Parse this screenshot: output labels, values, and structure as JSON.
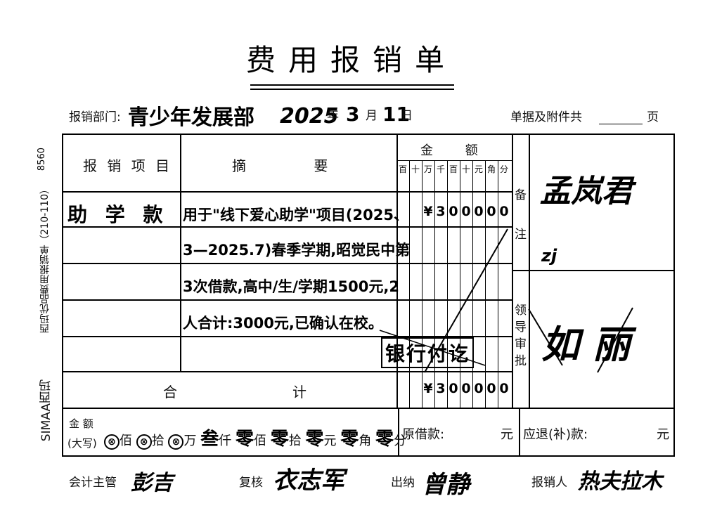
{
  "side_text": {
    "brand": "SIMAA西玛",
    "product": "西玛优品费用报销单（210-110）",
    "code": "8560"
  },
  "form": {
    "title": "费用报销单",
    "dept_label": "报销部门:",
    "dept_value": "青少年发展部",
    "year": "2025",
    "year_label": "年",
    "month": "3",
    "month_label": "月",
    "day": "11",
    "day_label": "日",
    "attachments_label": "单据及附件共",
    "attachments_unit": "页"
  },
  "table": {
    "col_item": "报 销 项 目",
    "col_summary": "摘 要",
    "col_amount": "金 额",
    "digit_headers": [
      "百",
      "十",
      "万",
      "千",
      "百",
      "十",
      "元",
      "角",
      "分"
    ],
    "col_remark": "备注",
    "col_approval": "领导审批",
    "item_value": "助 学 款",
    "summary_lines": [
      "用于\"线下爱心助学\"项目(2025、",
      "3—2025.7)春季学期,昭觉民中第",
      "3次借款,高中/生/学期1500元,2",
      "人合计:3000元,已确认在校。"
    ],
    "currency_symbol": "¥",
    "row_amount_digits": [
      "3",
      "0",
      "0",
      "0",
      "0",
      "0"
    ],
    "stamp": "银行付讫",
    "total_label_1": "合",
    "total_label_2": "计",
    "total_amount_digits": [
      "3",
      "0",
      "0",
      "0",
      "0",
      "0"
    ],
    "remark_sign": "孟岚君",
    "remark_initials": "zj",
    "approval_sign": "如 丽"
  },
  "capital": {
    "label_1": "金 额",
    "label_2": "(大写)",
    "circle": "⊗",
    "bai": "佰",
    "shi": "拾",
    "wan": "万",
    "qian_val": "叁",
    "qian": "仟",
    "bai2_val": "零",
    "bai2": "佰",
    "shi2_val": "零",
    "shi2": "拾",
    "yuan_val": "零",
    "yuan": "元",
    "jiao_val": "零",
    "jiao": "角",
    "fen_val": "零",
    "fen": "分",
    "borrowed_label": "原借款:",
    "borrowed_unit": "元",
    "refund_label": "应退(补)款:",
    "refund_unit": "元"
  },
  "signatures": {
    "accountant_label": "会计主管",
    "accountant_value": "彭吉",
    "reviewer_label": "复核",
    "reviewer_value": "衣志军",
    "cashier_label": "出纳",
    "cashier_value": "曾静",
    "claimant_label": "报销人",
    "claimant_value": "热夫拉木"
  }
}
